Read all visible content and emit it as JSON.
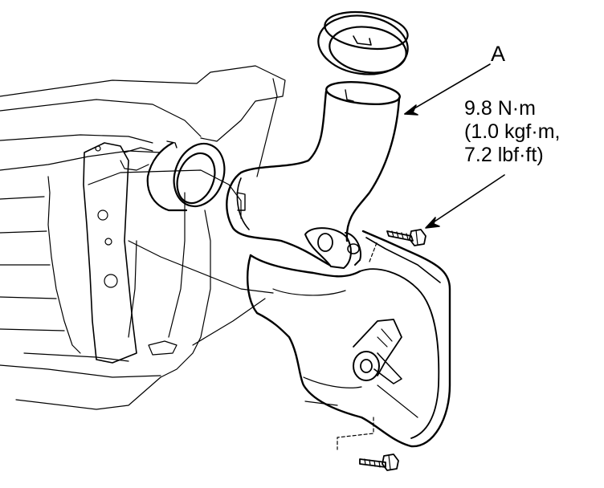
{
  "callouts": {
    "part_label": "A",
    "torque_lines": [
      "9.8 N·m",
      "(1.0 kgf·m,",
      "7.2 lbf·ft)"
    ]
  },
  "colors": {
    "ink": "#000000",
    "paper": "#ffffff"
  },
  "parts": [
    "air-intake-seal",
    "intake-elbow-duct",
    "duct-grommet",
    "resonator-chamber",
    "mounting-bolt",
    "lower-bolt",
    "body-panel"
  ]
}
